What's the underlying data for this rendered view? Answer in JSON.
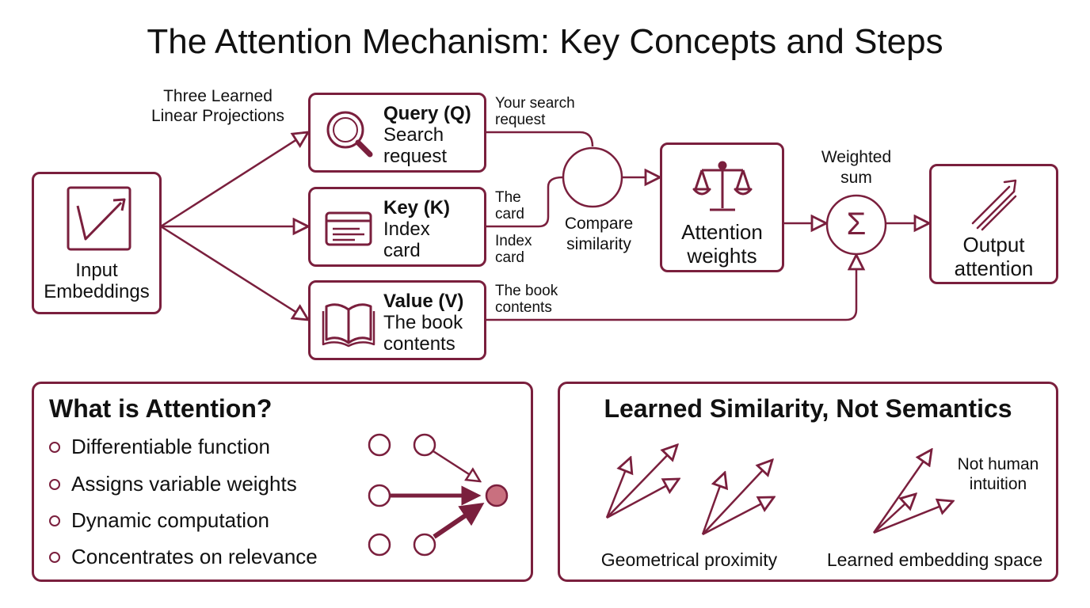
{
  "title": "The Attention Mechanism: Key Concepts and Steps",
  "flow": {
    "input": {
      "line1": "Input",
      "line2": "Embeddings"
    },
    "projections_label": {
      "line1": "Three Learned",
      "line2": "Linear Projections"
    },
    "query": {
      "name": "Query (Q)",
      "line1": "Search",
      "line2": "request",
      "note1": "Your search",
      "note2": "request"
    },
    "key": {
      "name": "Key (K)",
      "line1": "Index",
      "line2": "card",
      "note_top1": "The",
      "note_top2": "card",
      "note_bot1": "Index",
      "note_bot2": "card"
    },
    "value": {
      "name": "Value (V)",
      "line1": "The book",
      "line2": "contents",
      "note1": "The book",
      "note2": "contents"
    },
    "compare": {
      "line1": "Compare",
      "line2": "similarity"
    },
    "weights": {
      "line1": "Attention",
      "line2": "weights"
    },
    "weighted_sum": {
      "line1": "Weighted",
      "line2": "sum",
      "symbol": "Σ"
    },
    "output": {
      "line1": "Output",
      "line2": "attention"
    }
  },
  "what_is": {
    "title": "What is Attention?",
    "bullets": [
      "Differentiable function",
      "Assigns variable weights",
      "Dynamic computation",
      "Concentrates on relevance"
    ]
  },
  "similarity": {
    "title": "Learned Similarity, Not Semantics",
    "caption_left": "Geometrical proximity",
    "caption_right": "Learned embedding space",
    "note1": "Not human",
    "note2": "intuition"
  },
  "colors": {
    "accent": "#7a1f3d",
    "node_fill": "#c9707f"
  }
}
